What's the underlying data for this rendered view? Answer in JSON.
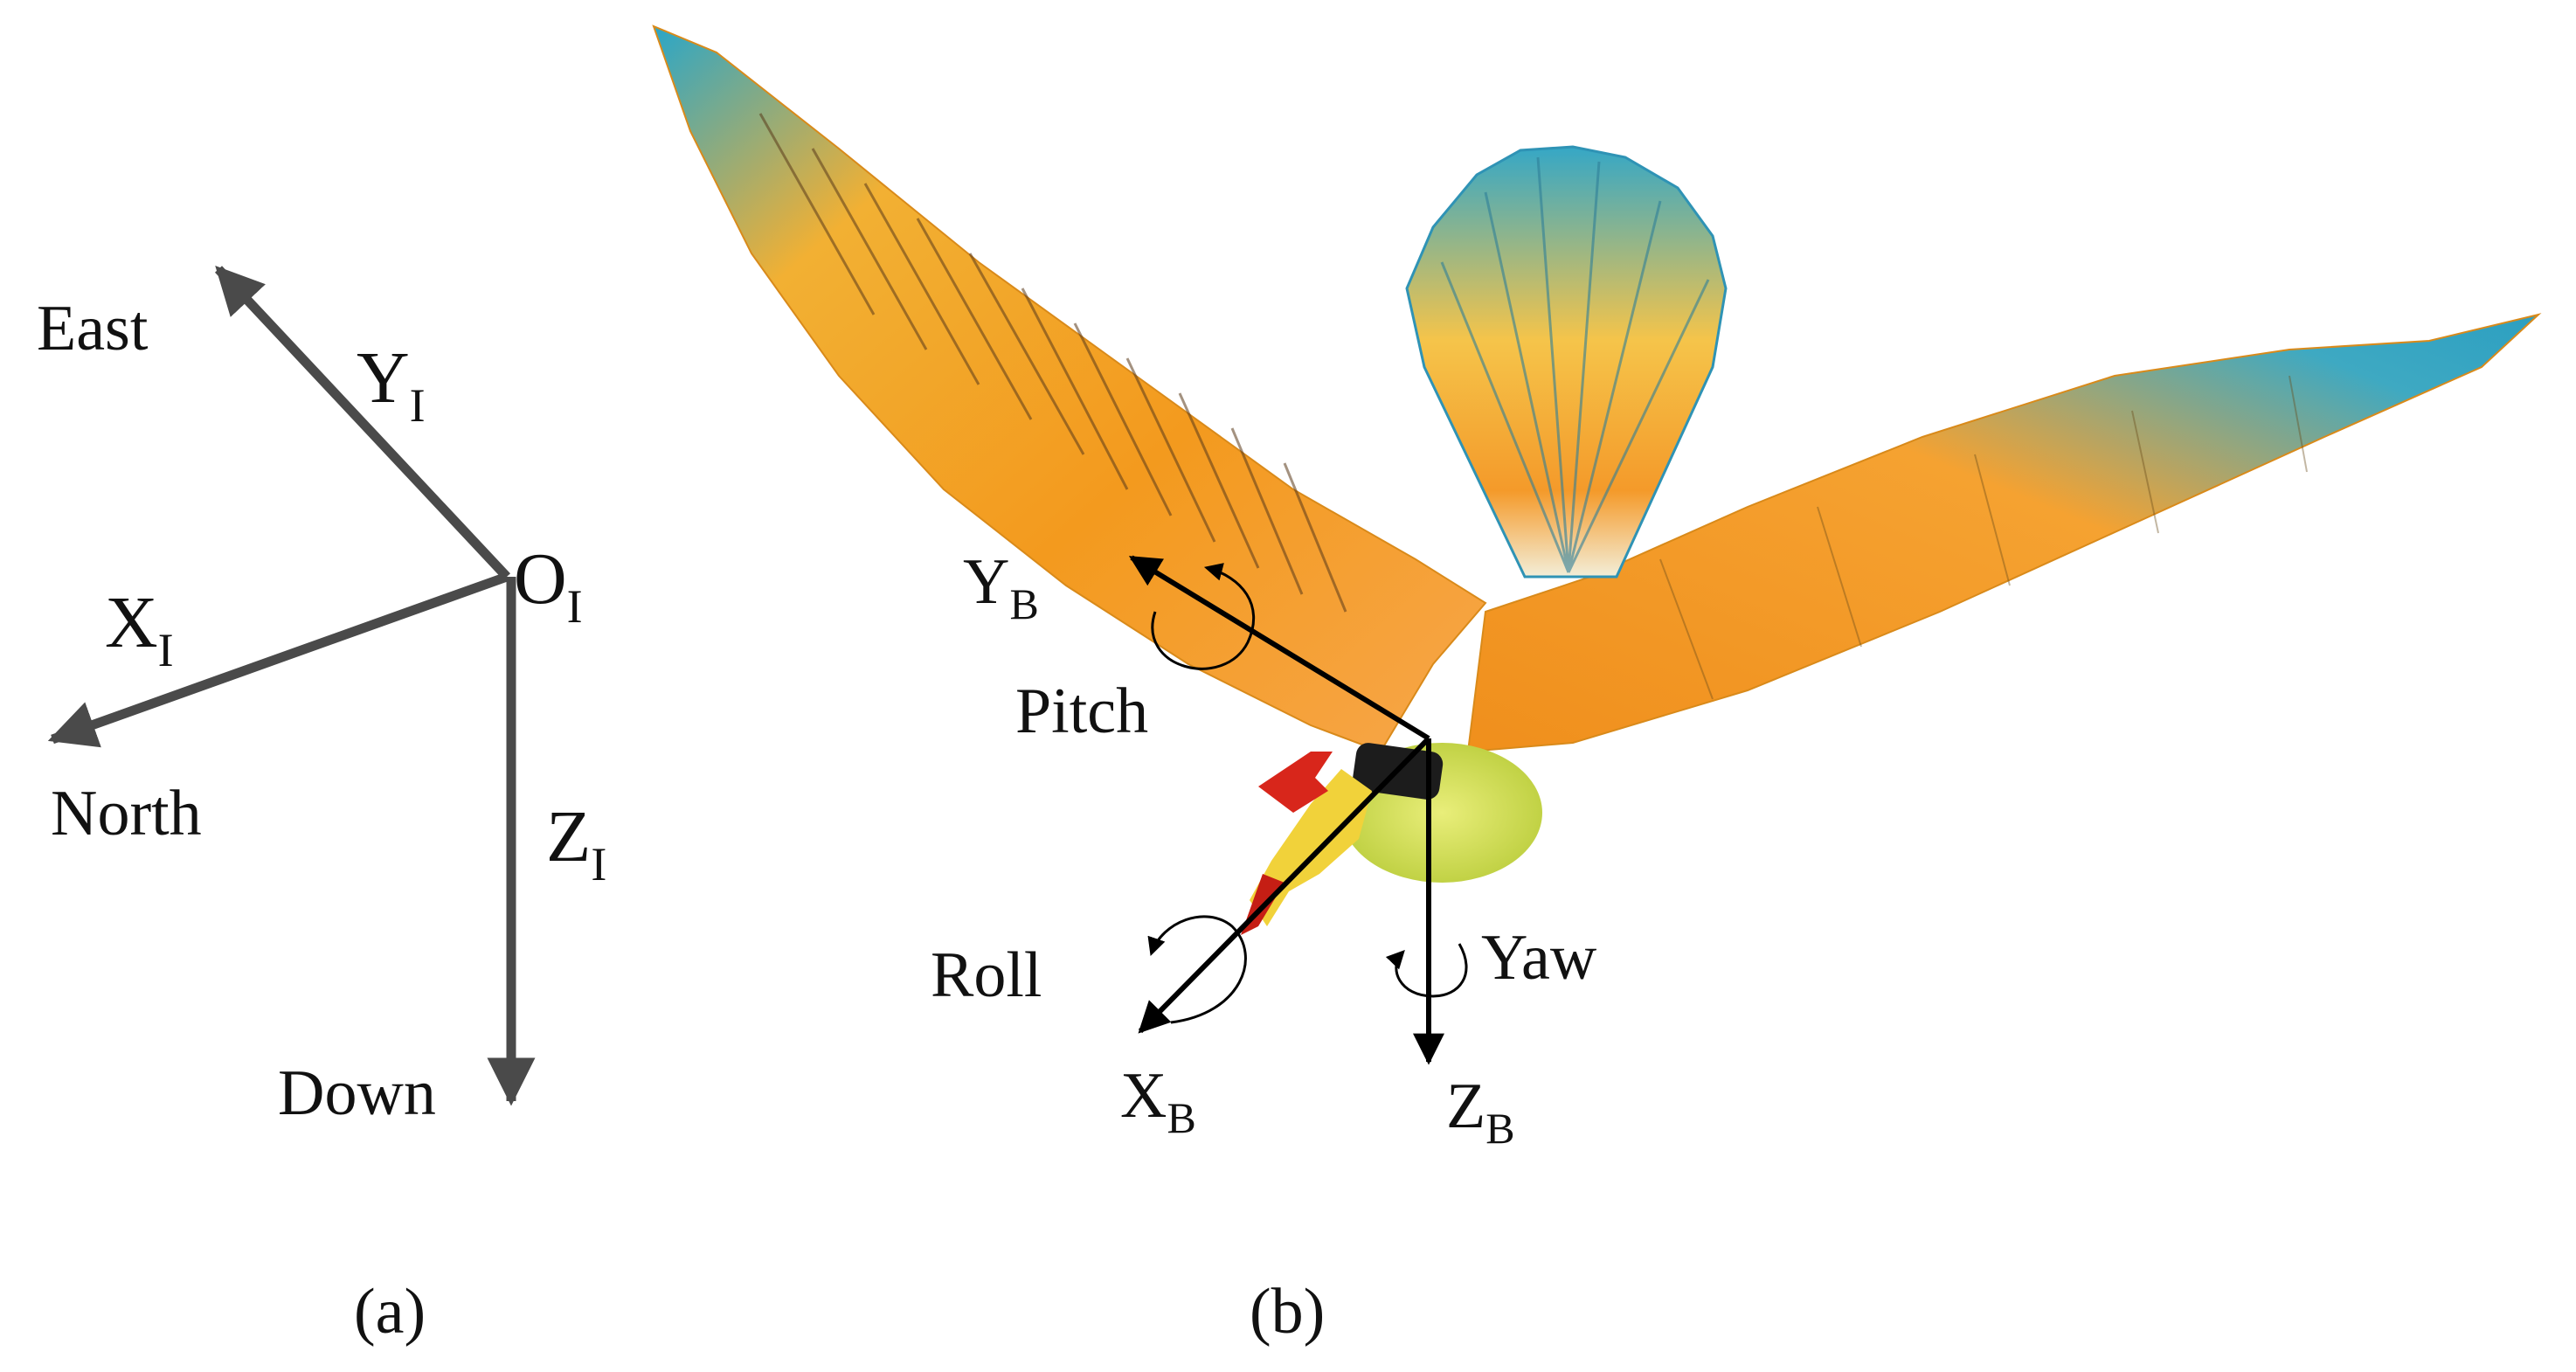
{
  "panel_a": {
    "axis_y": "Y",
    "axis_y_sub": "I",
    "axis_x": "X",
    "axis_x_sub": "I",
    "axis_z": "Z",
    "axis_z_sub": "I",
    "origin": "O",
    "origin_sub": "I",
    "dir_east": "East",
    "dir_north": "North",
    "dir_down": "Down",
    "caption": "(a)",
    "arrow_color": "#4a4a4a"
  },
  "panel_b": {
    "axis_y": "Y",
    "axis_y_sub": "B",
    "axis_x": "X",
    "axis_x_sub": "B",
    "axis_z": "Z",
    "axis_z_sub": "B",
    "rot_pitch": "Pitch",
    "rot_roll": "Roll",
    "rot_yaw": "Yaw",
    "caption": "(b)",
    "arrow_color": "#000000",
    "image_subject": "ornithopter-bird-photo"
  }
}
